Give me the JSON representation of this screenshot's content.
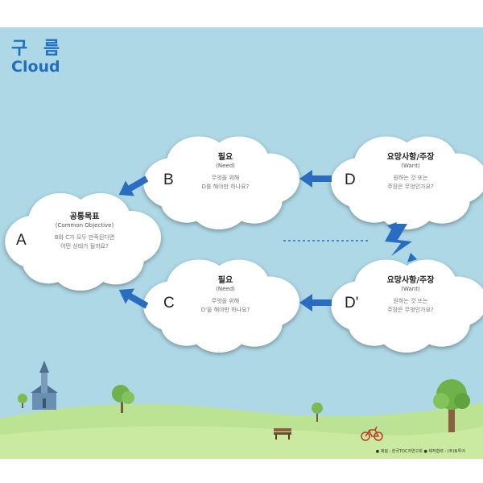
{
  "title": {
    "korean": "구 름",
    "english": "Cloud"
  },
  "nodes": {
    "A": {
      "letter": "A",
      "title": "공통목표",
      "subtitle": "(Common Objective)",
      "question_l1": "B와 C가 모두 만족된다면",
      "question_l2": "어떤 상태가 될까요?"
    },
    "B": {
      "letter": "B",
      "title": "필요",
      "subtitle": "(Need)",
      "question_l1": "무엇을 위해",
      "question_l2": "D를 해야만 하나요?"
    },
    "C": {
      "letter": "C",
      "title": "필요",
      "subtitle": "(Need)",
      "question_l1": "무엇을 위해",
      "question_l2": "D'을 해야만 하나요?"
    },
    "D": {
      "letter": "D",
      "title": "요망사항/주장",
      "subtitle": "(Want)",
      "question_l1": "원하는 것 또는",
      "question_l2": "주장은 무엇인가요?"
    },
    "D2": {
      "letter": "D'",
      "title": "요망사항/주장",
      "subtitle": "(Want)",
      "question_l1": "원하는 것 또는",
      "question_l2": "주장은 무엇인가요?"
    }
  },
  "credit": "● 제됨 : 한국TOC저연구회   ● 제작협력 : (주)토투어",
  "colors": {
    "sky": "#aed8e6",
    "grass": "#b8e08f",
    "arrow": "#2a6cbf",
    "title": "#1f6fc0",
    "cloud": "#ffffff"
  }
}
